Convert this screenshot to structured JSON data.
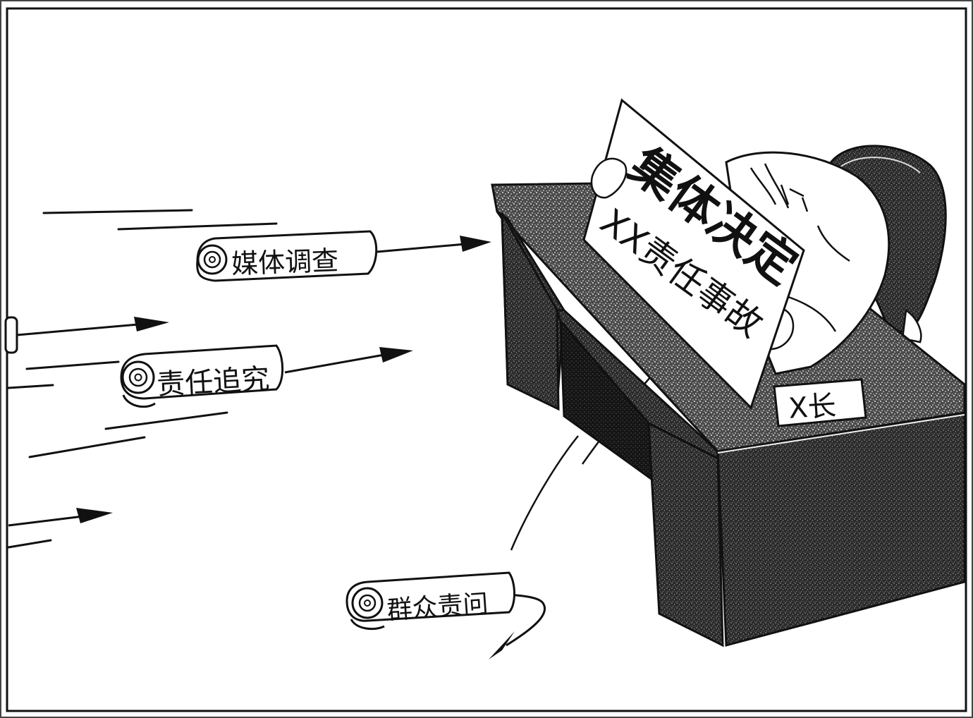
{
  "scrolls": {
    "media": "媒体调查",
    "accountability": "责任追究",
    "public": "群众责问"
  },
  "board": {
    "headline": "集体决定",
    "subline": "XX责任事故"
  },
  "nameplate": "X长"
}
